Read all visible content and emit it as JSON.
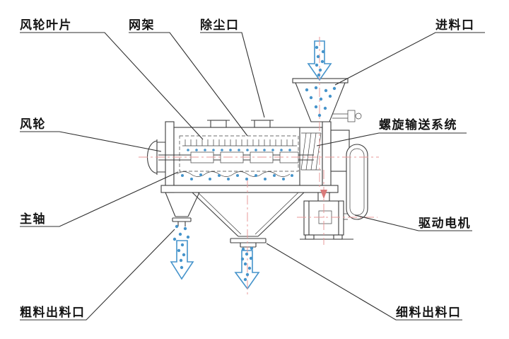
{
  "colors": {
    "line": "#3c3c3c",
    "leader": "#2f2f2f",
    "accent-blue": "#4694cb",
    "centerline": "#e89898",
    "centerline-arrow": "#d97b7b",
    "label-text": "#141414",
    "background": "#ffffff"
  },
  "labels": {
    "fan_wheel_blade": "风轮叶片",
    "mesh_frame": "网架",
    "dust_port": "除尘口",
    "feed_inlet": "进料口",
    "fan_wheel": "风轮",
    "screw_conveyor": "螺旋输送系统",
    "main_shaft": "主轴",
    "drive_motor": "驱动电机",
    "coarse_outlet": "粗料出料口",
    "fine_outlet": "细料出料口"
  }
}
